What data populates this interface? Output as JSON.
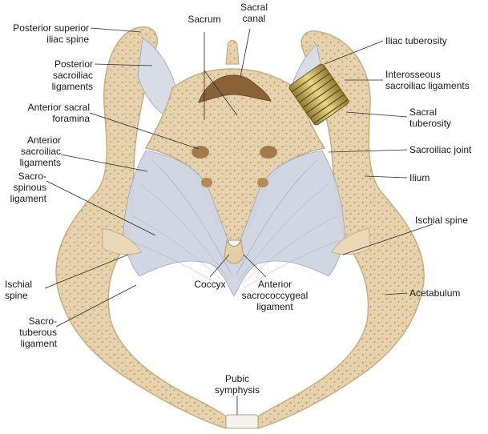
{
  "labels": {
    "posterior_superior_iliac_spine": [
      "Posterior superior",
      "iliac spine"
    ],
    "posterior_sacroiliac_ligaments": [
      "Posterior",
      "sacroiliac",
      "ligaments"
    ],
    "anterior_sacral_foramina": [
      "Anterior sacral",
      "foramina"
    ],
    "anterior_sacroiliac_ligaments": [
      "Anterior",
      "sacroiliac",
      "ligaments"
    ],
    "sacrospinous_ligament": [
      "Sacro-",
      "spinous",
      "ligament"
    ],
    "ischial_spine_left": [
      "Ischial",
      "spine"
    ],
    "sacrotuberous_ligament": [
      "Sacro-",
      "tuberous",
      "ligament"
    ],
    "sacrum": [
      "Sacrum"
    ],
    "sacral_canal": [
      "Sacral",
      "canal"
    ],
    "coccyx": [
      "Coccyx"
    ],
    "anterior_sacrococcygeal_ligament": [
      "Anterior",
      "sacrococcygeal",
      "ligament"
    ],
    "pubic_symphysis": [
      "Pubic",
      "symphysis"
    ],
    "iliac_tuberosity": [
      "Iliac tuberosity"
    ],
    "interosseous_sacroiliac_ligaments": [
      "Interosseous",
      "sacroiliac ligaments"
    ],
    "sacral_tuberosity": [
      "Sacral",
      "tuberosity"
    ],
    "sacroiliac_joint": [
      "Sacroiliac joint"
    ],
    "ilium": [
      "Ilium"
    ],
    "ischial_spine_right": [
      "Ischial spine"
    ],
    "acetabulum": [
      "Acetabulum"
    ]
  },
  "colors": {
    "bone": "#e8d6b4",
    "bone_edge": "#c9ad80",
    "cortex": "#d9c39b",
    "ligament": "#c9d0dd",
    "ligament_line": "#9aa4b8",
    "canal": "#8a6238",
    "screw": "#c9b257"
  }
}
